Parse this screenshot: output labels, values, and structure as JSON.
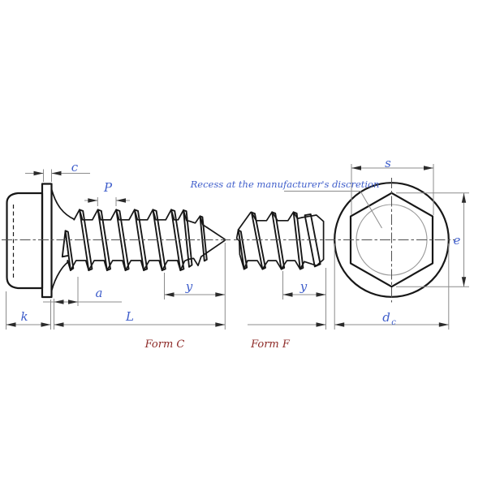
{
  "drawing": {
    "note": "Recess at the manufacturer's discretion",
    "labels": {
      "c": "c",
      "p": "P",
      "a": "a",
      "y_form_c": "y",
      "k": "k",
      "l": "L",
      "y_form_f": "y",
      "s": "s",
      "e": "e",
      "dc_main": "d",
      "dc_sub": "c"
    },
    "captions": {
      "form_c": "Form C",
      "form_f": "Form F"
    },
    "colors": {
      "dimension_label_blue": "#3f5ecb",
      "caption_red": "#8e2b28",
      "outline_dark": "#171717",
      "dimension_gray": "#8c8c8c"
    }
  }
}
